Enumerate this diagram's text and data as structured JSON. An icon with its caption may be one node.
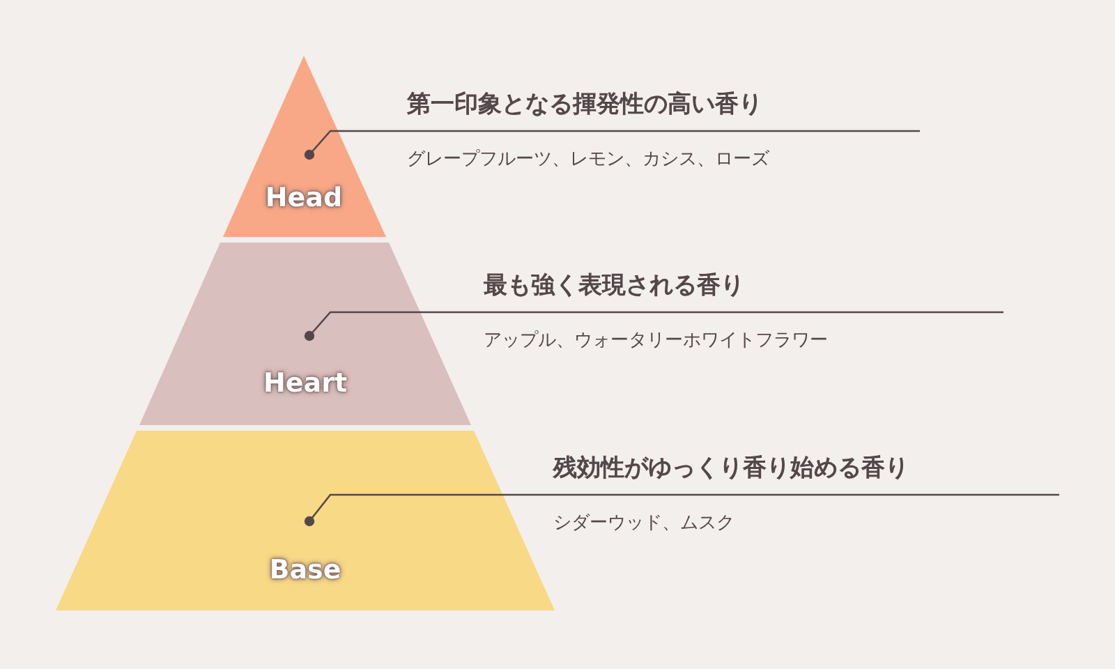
{
  "diagram": {
    "nodes": [
      {
        "text": [
          "Head"
        ]
      },
      {
        "text": [
          "Heart"
        ]
      },
      {
        "text": [
          "Base"
        ]
      },
      {
        "text": [
          "第一印象となる揮発性の高い香り",
          "グレープフルーツ、レモン、カシス、ローズ"
        ]
      },
      {
        "text": [
          "最も強く表現される香り",
          "アップル、ウォータリーホワイトフラワー"
        ]
      },
      {
        "text": [
          "残効性がゆっくり香り始める香り",
          "シダーウッド、ムスク"
        ]
      }
    ],
    "edges": [
      {
        "from": 3,
        "to": 0,
        "arrow": "other"
      },
      {
        "from": 4,
        "to": 1,
        "arrow": "other"
      },
      {
        "from": 5,
        "to": 2,
        "arrow": "other"
      }
    ]
  }
}
